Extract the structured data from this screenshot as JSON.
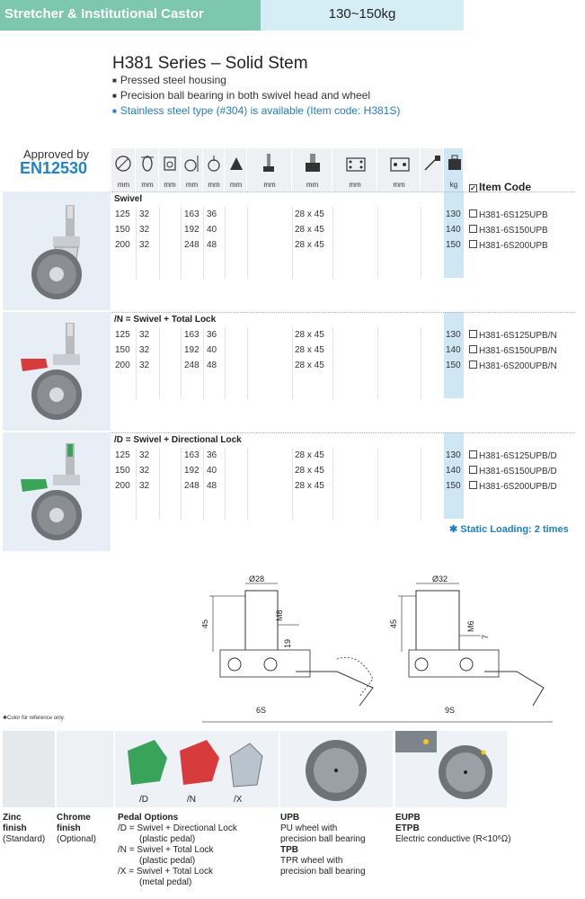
{
  "header": {
    "left": "Stretcher & Institutional Castor",
    "right": "130~150kg"
  },
  "title": "H381 Series – Solid Stem",
  "bullets": [
    "Pressed steel housing",
    "Precision ball bearing in both swivel head and wheel",
    "Stainless steel type (#304) is available (Item code: H381S)"
  ],
  "approved": {
    "label": "Approved by",
    "standard": "EN12530"
  },
  "columns": {
    "units": [
      "mm",
      "mm",
      "mm",
      "mm",
      "mm",
      "mm",
      "mm",
      "mm",
      "mm",
      "mm",
      "kg"
    ],
    "item_code": "Item Code"
  },
  "sections": [
    {
      "title": "Swivel",
      "rows": [
        {
          "d": "125",
          "w": "32",
          "h": "163",
          "o": "36",
          "plate": "28 x 45",
          "kg": "130",
          "code": "H381-6S125UPB"
        },
        {
          "d": "150",
          "w": "32",
          "h": "192",
          "o": "40",
          "plate": "28 x 45",
          "kg": "140",
          "code": "H381-6S150UPB"
        },
        {
          "d": "200",
          "w": "32",
          "h": "248",
          "o": "48",
          "plate": "28 x 45",
          "kg": "150",
          "code": "H381-6S200UPB"
        }
      ]
    },
    {
      "title": "/N = Swivel + Total Lock",
      "rows": [
        {
          "d": "125",
          "w": "32",
          "h": "163",
          "o": "36",
          "plate": "28 x 45",
          "kg": "130",
          "code": "H381-6S125UPB/N"
        },
        {
          "d": "150",
          "w": "32",
          "h": "192",
          "o": "40",
          "plate": "28 x 45",
          "kg": "140",
          "code": "H381-6S150UPB/N"
        },
        {
          "d": "200",
          "w": "32",
          "h": "248",
          "o": "48",
          "plate": "28 x 45",
          "kg": "150",
          "code": "H381-6S200UPB/N"
        }
      ]
    },
    {
      "title": "/D = Swivel + Directional Lock",
      "rows": [
        {
          "d": "125",
          "w": "32",
          "h": "163",
          "o": "36",
          "plate": "28 x 45",
          "kg": "130",
          "code": "H381-6S125UPB/D"
        },
        {
          "d": "150",
          "w": "32",
          "h": "192",
          "o": "40",
          "plate": "28 x 45",
          "kg": "140",
          "code": "H381-6S150UPB/D"
        },
        {
          "d": "200",
          "w": "32",
          "h": "248",
          "o": "48",
          "plate": "28 x 45",
          "kg": "150",
          "code": "H381-6S200UPB/D"
        }
      ]
    }
  ],
  "static_loading": "✱ Static Loading: 2 times",
  "drawings": {
    "s6": {
      "dia": "Ø28",
      "h": "45",
      "thread": "M8",
      "len": "19",
      "label": "6S"
    },
    "s9": {
      "dia": "Ø32",
      "h": "45",
      "thread": "M6",
      "len": "7",
      "label": "9S"
    }
  },
  "note": "✱Color for reference only.",
  "finishes": {
    "zinc": [
      "Zinc",
      "finish",
      "(Standard)"
    ],
    "chrome": [
      "Chrome",
      "finish",
      "(Optional)"
    ]
  },
  "pedals": {
    "labels": [
      "/D",
      "/N",
      "/X"
    ],
    "title": "Pedal Options",
    "lines": [
      "/D = Swivel + Directional Lock",
      "(plastic pedal)",
      "/N = Swivel + Total Lock",
      "(plastic pedal)",
      "/X = Swivel + Total Lock",
      "(metal pedal)"
    ]
  },
  "wheels": {
    "upb": [
      "UPB",
      "PU wheel with",
      "precision ball bearing",
      "TPB",
      "TPR wheel with",
      "precision ball bearing"
    ],
    "eupb": [
      "EUPB",
      "ETPB",
      "Electric conductive (R<10⁶Ω)"
    ]
  },
  "colors": {
    "header_green": "#7cc7ae",
    "header_blue": "#d5eef6",
    "accent_blue": "#1f84c8",
    "red_pedal": "#d83b3b",
    "green_pedal": "#3aa35a"
  }
}
